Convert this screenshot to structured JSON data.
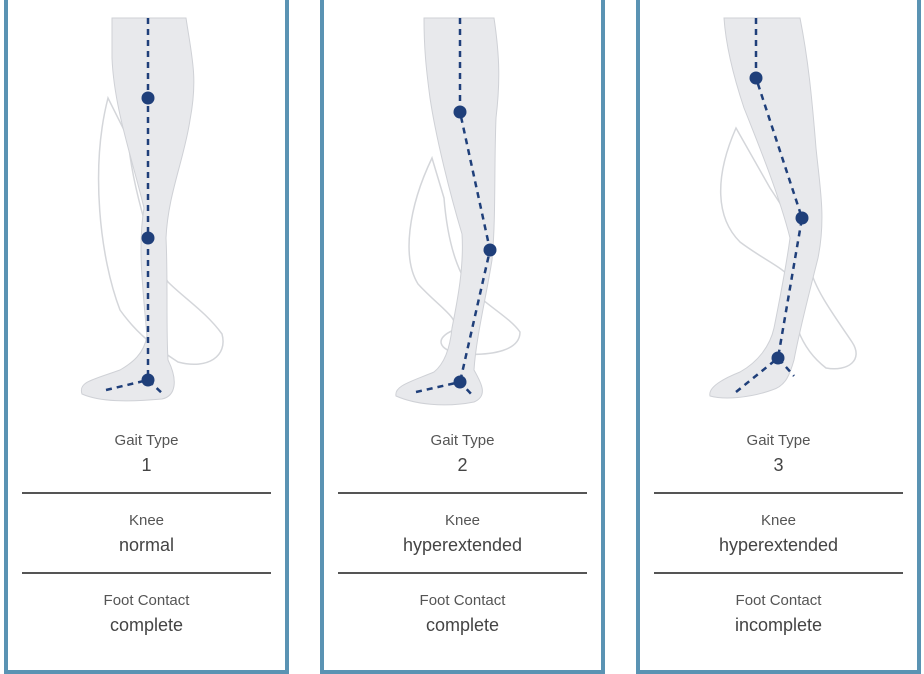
{
  "colors": {
    "card_border": "#5a93b3",
    "leg_fill": "#e8e9ec",
    "leg_outline": "#cfd1d6",
    "joint_marker": "#1f3f7a"
  },
  "cards": [
    {
      "gait_type_label": "Gait Type",
      "gait_type_value": "1",
      "knee_label": "Knee",
      "knee_value": "normal",
      "foot_contact_label": "Foot Contact",
      "foot_contact_value": "complete"
    },
    {
      "gait_type_label": "Gait Type",
      "gait_type_value": "2",
      "knee_label": "Knee",
      "knee_value": "hyperextended",
      "foot_contact_label": "Foot Contact",
      "foot_contact_value": "complete"
    },
    {
      "gait_type_label": "Gait Type",
      "gait_type_value": "3",
      "knee_label": "Knee",
      "knee_value": "hyperextended",
      "foot_contact_label": "Foot Contact",
      "foot_contact_value": "incomplete"
    }
  ]
}
